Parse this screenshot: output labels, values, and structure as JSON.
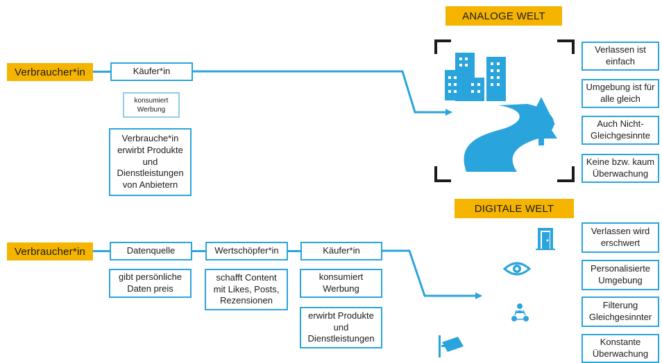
{
  "analog": {
    "header": "ANALOGE WELT",
    "consumer": "Verbraucher*in",
    "buyer": "Käufer*in",
    "consumes": "konsumiert\nWerbung",
    "acquires": "Verbrauche*in\nerwirbt Produkte\nund\nDienstleistungen\nvon Anbietern",
    "properties": [
      "Verlassen  ist\neinfach",
      "Umgebung ist für\nalle gleich",
      "Auch Nicht-\nGleichgesinnte",
      "Keine bzw. kaum\nÜberwachung"
    ]
  },
  "digital": {
    "header": "DIGITALE WELT",
    "consumer": "Verbraucher*in",
    "data_source": "Datenquelle",
    "data_source_desc": "gibt persönliche\nDaten preis",
    "value_creator": "Wertschöpfer*in",
    "value_creator_desc": "schafft Content\nmit Likes, Posts,\nRezensionen",
    "buyer": "Käufer*in",
    "consumes": "konsumiert\nWerbung",
    "acquires": "erwirbt Produkte\nund\nDienstleistungen",
    "properties": [
      "Verlassen wird\nerschwert",
      "Personalisierte\nUmgebung",
      "Filterung\nGleichgesinnter",
      "Konstante\nÜberwachung"
    ]
  },
  "colors": {
    "accent": "#2aa4dc",
    "tag": "#f5b400",
    "frame": "#1a1a1a"
  }
}
